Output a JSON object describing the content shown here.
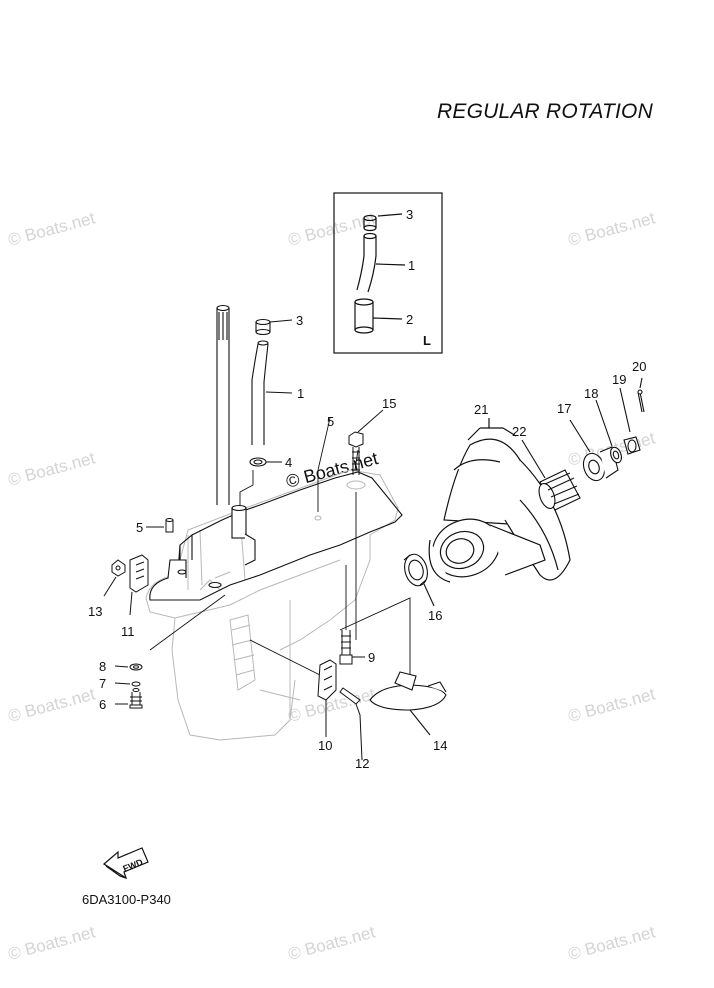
{
  "diagram": {
    "title": "REGULAR ROTATION",
    "code": "6DA3100-P340",
    "inset_label": "L",
    "fwd_label": "FWD",
    "watermark": "© Boats.net",
    "callouts": {
      "c1": "1",
      "c2": "2",
      "c3": "3",
      "c4": "4",
      "c5": "5",
      "c6": "6",
      "c7": "7",
      "c8": "8",
      "c9": "9",
      "c10": "10",
      "c11": "11",
      "c12": "12",
      "c13": "13",
      "c14": "14",
      "c15": "15",
      "c16": "16",
      "c17": "17",
      "c18": "18",
      "c19": "19",
      "c20": "20",
      "c21": "21",
      "c22": "22"
    },
    "colors": {
      "line": "#111111",
      "ghost": "#bdbdbd",
      "watermark": "#d4d4d4"
    }
  }
}
